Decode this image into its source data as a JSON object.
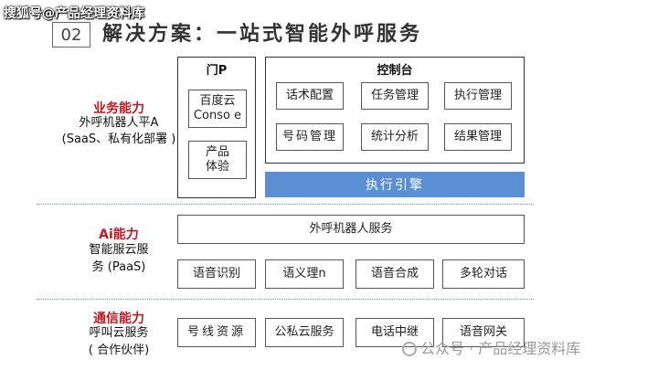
{
  "watermark_top": "搜狐号@产品经理资料库",
  "header": {
    "number": "02",
    "title": "解决方案：一站式智能外呼服务"
  },
  "business": {
    "title": "业务能力",
    "line1": "外呼机器人平A",
    "line2": "(SaaS、私有化部署 )",
    "portal": {
      "label": "门P",
      "item1": "百度云\nConso e",
      "item2": "产品\n体验"
    },
    "console": {
      "label": "控制台",
      "items": [
        "话术配置",
        "任务管理",
        "执行管理",
        "号码管理",
        "统计分析",
        "结果管理"
      ]
    },
    "engine": "执行引擎"
  },
  "ai": {
    "title": "Ai能力",
    "line1": "智能服云服",
    "line2": "务  (PaaS)",
    "service": "外呼机器人服务",
    "items": [
      "语音识别",
      "语义理n",
      "语音合成",
      "多轮对话"
    ]
  },
  "telecom": {
    "title": "通信能力",
    "line1": "呼叫云服务",
    "line2": "( 合作伙伴)",
    "items": [
      "号线资源",
      "公私云服务",
      "电话中继",
      "语音网关"
    ]
  },
  "watermark_bottom": "公众号 · 产品经理资料库"
}
